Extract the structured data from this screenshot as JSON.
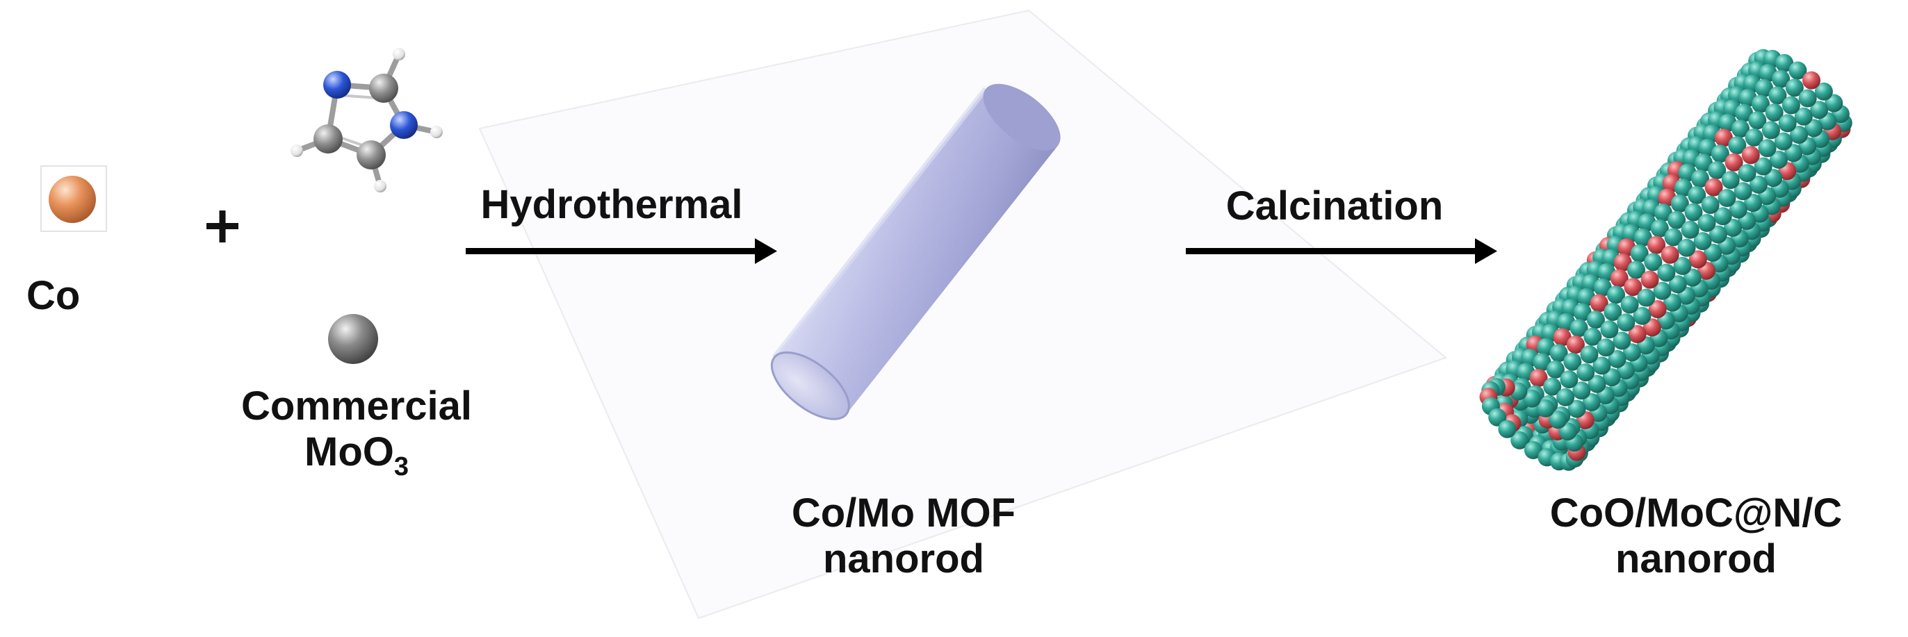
{
  "reactants": {
    "co_label": "Co",
    "plus": "+",
    "moo3_line1": "Commercial",
    "moo3_base": "MoO",
    "moo3_subscript": "3"
  },
  "steps": {
    "hydrothermal": "Hydrothermal",
    "calcination": "Calcination"
  },
  "products": {
    "mof_line1": "Co/Mo MOF",
    "mof_line2": "nanorod",
    "final_line1": "CoO/MoC@N/C",
    "final_line2": "nanorod"
  },
  "colors": {
    "co_sphere": "#e8925a",
    "mo_sphere": "#8a8a8a",
    "nitrogen": "#2b55d6",
    "carbon": "#8f8f8f",
    "hydrogen": "#eeeeee",
    "mof_rod": "#b9bbe2",
    "teal_atom": "#33a898",
    "red_atom": "#d9585e",
    "arrow": "#000000"
  },
  "icons": {
    "co": "co-atom-sphere",
    "imidazole": "imidazole-molecule",
    "moo3": "moo3-sphere",
    "arrow": "right-arrow",
    "mof": "mof-nanorod-cylinder",
    "product": "atomic-nanorod"
  }
}
